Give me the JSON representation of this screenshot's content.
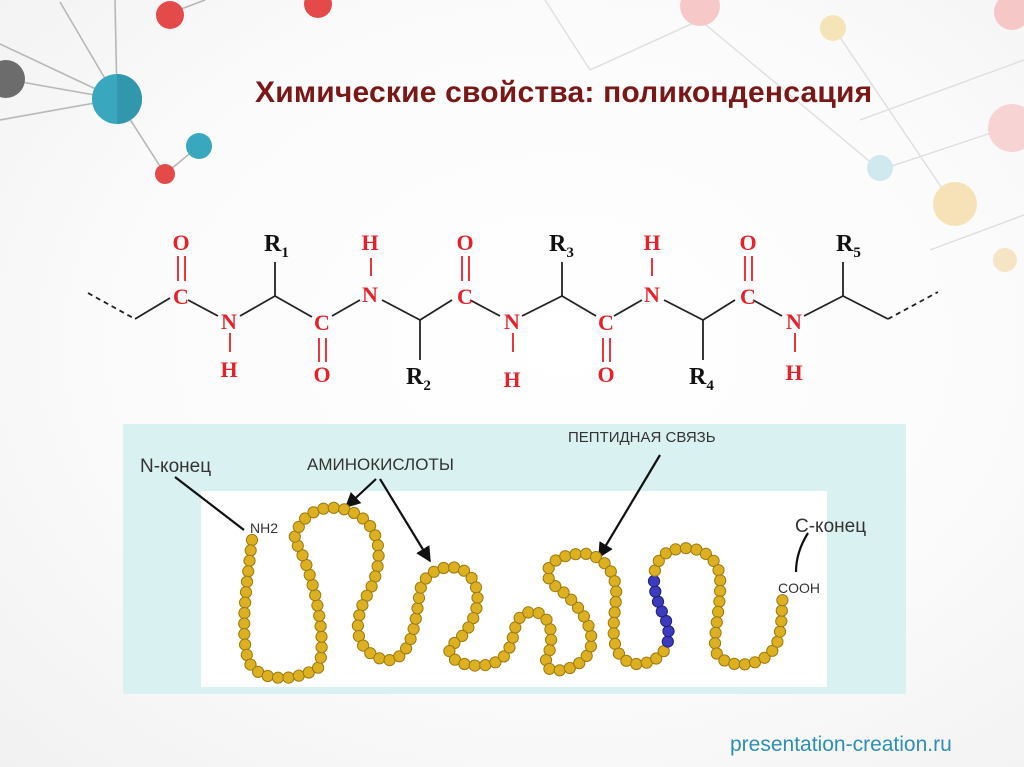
{
  "slide": {
    "title": "Химические свойства: поликонденсация",
    "watermark": "presentation-creation.ru"
  },
  "formula": {
    "atom_O": "O",
    "atom_C": "C",
    "atom_N": "N",
    "atom_H": "H",
    "r_letter": "R",
    "r_subscripts": [
      "1",
      "2",
      "3",
      "4",
      "5"
    ],
    "colors": {
      "heteroatom": "#e8202a",
      "carbon_chain": "#222222",
      "r_group": "#111111"
    }
  },
  "protein_diagram": {
    "n_terminus_label": "N-конец",
    "nh2_label": "NH2",
    "amino_acids_label": "АМИНОКИСЛОТЫ",
    "peptide_bond_label": "ПЕПТИДНАЯ СВЯЗЬ",
    "c_terminus_label": "C-конец",
    "cooh_label": "COOH",
    "colors": {
      "bead": "#dcb020",
      "highlight_bead": "#3b3bbd",
      "panel": "#d9f1f1"
    }
  }
}
